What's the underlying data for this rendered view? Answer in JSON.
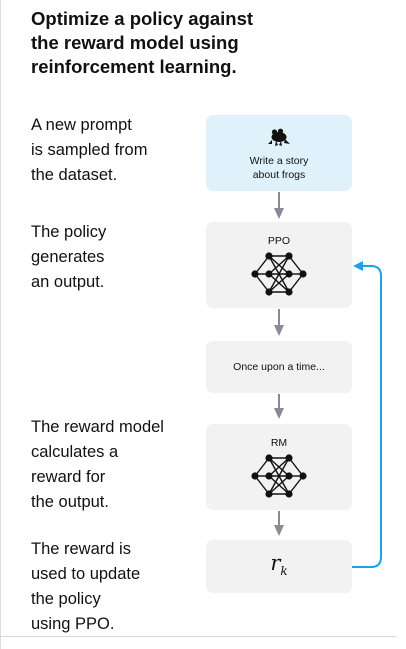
{
  "title": {
    "lines": [
      "Optimize a policy against",
      "the reward model using",
      "reinforcement learning."
    ]
  },
  "steps": [
    {
      "lines": [
        "A new prompt",
        "is sampled from",
        "the dataset."
      ]
    },
    {
      "lines": [
        "The policy",
        "generates",
        "an output."
      ]
    },
    {
      "lines": [
        "The reward model",
        "calculates a",
        "reward for",
        "the output."
      ]
    },
    {
      "lines": [
        "The reward is",
        "used to update",
        "the policy",
        "using PPO."
      ]
    }
  ],
  "boxes": {
    "prompt": {
      "lines": [
        "Write a story",
        "about frogs"
      ],
      "icon": "frog-icon"
    },
    "policy": {
      "label": "PPO",
      "icon": "neural-network-icon"
    },
    "output": {
      "label": "Once upon a time..."
    },
    "reward_model": {
      "label": "RM",
      "icon": "neural-network-icon"
    },
    "reward": {
      "symbol": "r",
      "subscript": "k"
    }
  },
  "colors": {
    "prompt_box": "#dff1fa",
    "box": "#f2f2f2",
    "arrow": "#8a8a96",
    "feedback_arrow": "#1aa3e8"
  }
}
